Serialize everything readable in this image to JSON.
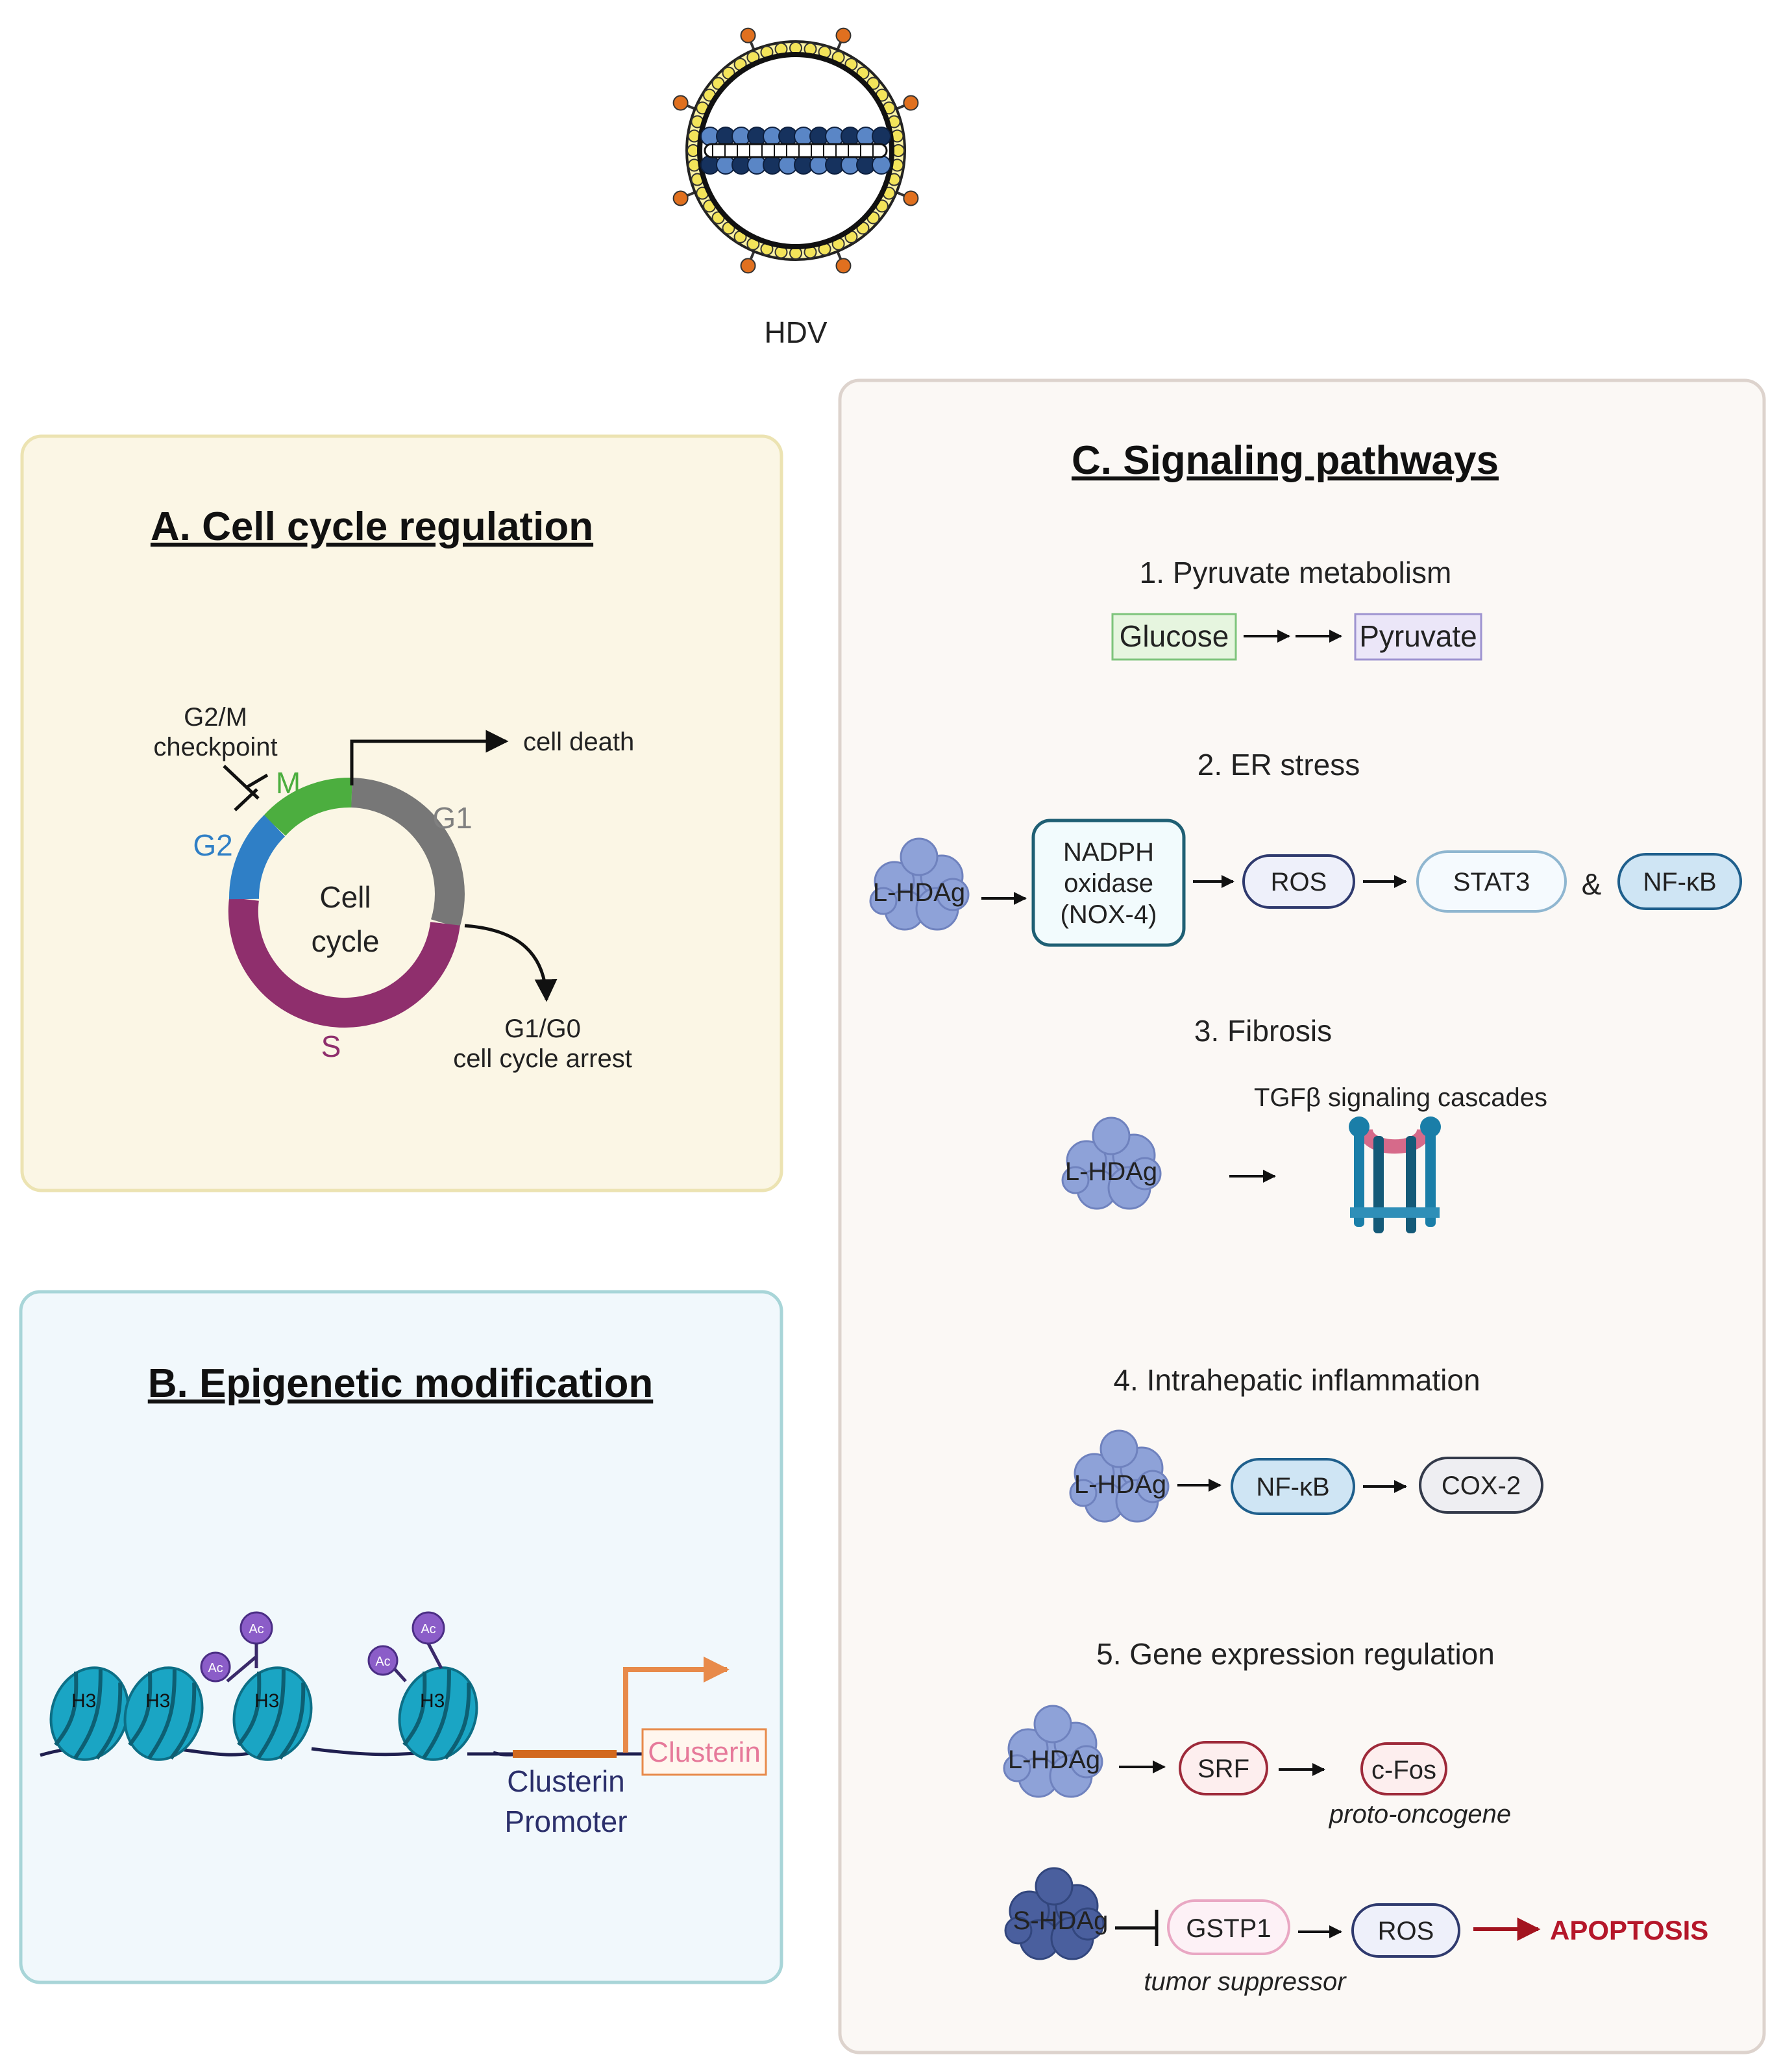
{
  "virus": {
    "label": "HDV"
  },
  "panel_a": {
    "title": "A. Cell cycle regulation",
    "center_line1": "Cell",
    "center_line2": "cycle",
    "phase_m": "M",
    "phase_g1": "G1",
    "phase_g2": "G2",
    "phase_s": "S",
    "checkpoint_line1": "G2/M",
    "checkpoint_line2": "checkpoint",
    "cell_death": "cell death",
    "arrest_line1": "G1/G0",
    "arrest_line2": "cell cycle arrest",
    "colors": {
      "M": "#4cae3f",
      "G1": "#777777",
      "G2": "#2f7fc6",
      "S": "#8f2f6d"
    }
  },
  "panel_b": {
    "title": "B. Epigenetic modification",
    "histone_label": "H3",
    "acetyl_label": "Ac",
    "promoter_line1": "Clusterin",
    "promoter_line2": "Promoter",
    "gene_label": "Clusterin"
  },
  "panel_c": {
    "title": "C. Signaling pathways",
    "pyruvate": {
      "heading": "1. Pyruvate metabolism",
      "glucose": "Glucose",
      "pyruvate": "Pyruvate"
    },
    "er_stress": {
      "heading": "2. ER stress",
      "protein": "L-HDAg",
      "nadph_line1": "NADPH",
      "nadph_line2": "oxidase",
      "nadph_line3": "(NOX-4)",
      "ros": "ROS",
      "stat3": "STAT3",
      "amp": "&",
      "nfkb": "NF-κB"
    },
    "fibrosis": {
      "heading": "3. Fibrosis",
      "protein": "L-HDAg",
      "tgf": "TGFβ signaling cascades"
    },
    "inflammation": {
      "heading": "4. Intrahepatic inflammation",
      "protein": "L-HDAg",
      "nfkb": "NF-κB",
      "cox2": "COX-2"
    },
    "gene_expression": {
      "heading": "5. Gene expression regulation",
      "protein_l": "L-HDAg",
      "srf": "SRF",
      "cfos": "c-Fos",
      "proto": "proto-oncogene",
      "protein_s": "S-HDAg",
      "gstp1": "GSTP1",
      "ros": "ROS",
      "tumor": "tumor suppressor",
      "apoptosis": "APOPTOSIS"
    }
  }
}
